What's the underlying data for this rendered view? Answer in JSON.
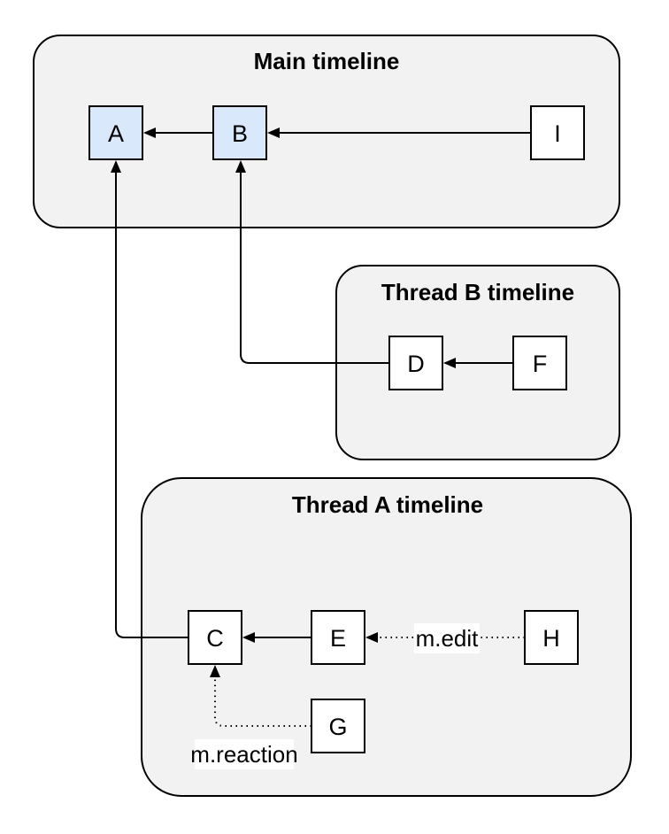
{
  "colors": {
    "canvas_bg": "#ffffff",
    "container_fill": "#f2f2f2",
    "container_stroke": "#000000",
    "node_fill_highlight": "#dae8fc",
    "node_fill_default": "#ffffff",
    "node_stroke": "#000000",
    "edge_color": "#000000",
    "edge_label_bg": "#ffffff",
    "text_color": "#000000"
  },
  "containers": [
    {
      "id": "main-timeline",
      "title": "Main timeline"
    },
    {
      "id": "thread-b-timeline",
      "title": "Thread B timeline"
    },
    {
      "id": "thread-a-timeline",
      "title": "Thread A timeline"
    }
  ],
  "nodes": [
    {
      "id": "A",
      "label": "A",
      "highlighted": true,
      "container": "main-timeline"
    },
    {
      "id": "B",
      "label": "B",
      "highlighted": true,
      "container": "main-timeline"
    },
    {
      "id": "I",
      "label": "I",
      "highlighted": false,
      "container": "main-timeline"
    },
    {
      "id": "D",
      "label": "D",
      "highlighted": false,
      "container": "thread-b-timeline"
    },
    {
      "id": "F",
      "label": "F",
      "highlighted": false,
      "container": "thread-b-timeline"
    },
    {
      "id": "C",
      "label": "C",
      "highlighted": false,
      "container": "thread-a-timeline"
    },
    {
      "id": "E",
      "label": "E",
      "highlighted": false,
      "container": "thread-a-timeline"
    },
    {
      "id": "H",
      "label": "H",
      "highlighted": false,
      "container": "thread-a-timeline"
    },
    {
      "id": "G",
      "label": "G",
      "highlighted": false,
      "container": "thread-a-timeline"
    }
  ],
  "edges": [
    {
      "from": "B",
      "to": "A",
      "style": "solid",
      "label": ""
    },
    {
      "from": "I",
      "to": "B",
      "style": "solid",
      "label": ""
    },
    {
      "from": "F",
      "to": "D",
      "style": "solid",
      "label": ""
    },
    {
      "from": "D",
      "to": "B",
      "style": "solid",
      "label": ""
    },
    {
      "from": "C",
      "to": "A",
      "style": "solid",
      "label": ""
    },
    {
      "from": "E",
      "to": "C",
      "style": "solid",
      "label": ""
    },
    {
      "from": "H",
      "to": "E",
      "style": "dotted",
      "label": "m.edit"
    },
    {
      "from": "G",
      "to": "C",
      "style": "dotted",
      "label": "m.reaction"
    }
  ]
}
